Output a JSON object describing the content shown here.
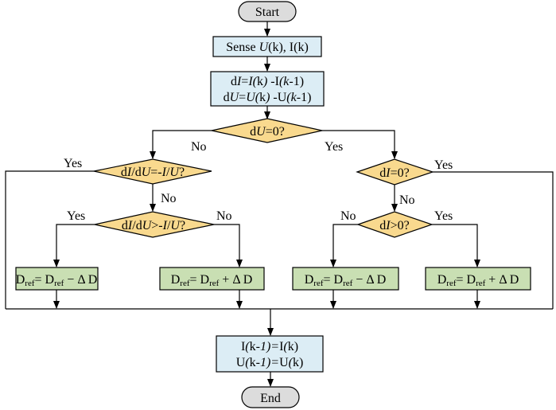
{
  "nodes": {
    "start": "Start",
    "sense": [
      "Sense ",
      "U",
      "(k), ",
      "I",
      "(k)"
    ],
    "diff1": [
      "d",
      "I",
      "=",
      "I",
      "(",
      "k",
      ") -",
      "I",
      "(",
      "k",
      "-1)"
    ],
    "diff2": [
      "d",
      "U",
      "=",
      "U",
      "(",
      "k",
      ") -",
      "U",
      "(",
      "k",
      "-1)"
    ],
    "du_zero": [
      "d",
      "U",
      "=0?"
    ],
    "cond_eq": [
      "d",
      "I",
      "/d",
      "U",
      "=-",
      "I",
      "/",
      "U",
      "?"
    ],
    "cond_gt": [
      "d",
      "I",
      "/d",
      "U",
      ">-",
      "I",
      "/",
      "U",
      "?"
    ],
    "di_zero": [
      "d",
      "I",
      "=0?"
    ],
    "di_pos": [
      "d",
      "I",
      ">0?"
    ],
    "dec_left": [
      "D",
      "ref",
      "= D",
      "ref",
      " − Δ D"
    ],
    "inc_left": [
      "D",
      "ref",
      "= D",
      "ref",
      " + Δ D"
    ],
    "dec_right": [
      "D",
      "ref",
      "= D",
      "ref",
      " − Δ D"
    ],
    "inc_right": [
      "D",
      "ref",
      "= D",
      "ref",
      " + Δ D"
    ],
    "update1": [
      "I",
      "(",
      "k",
      "-1)=",
      "I",
      "(",
      "k",
      ")"
    ],
    "update2": [
      "U",
      "(",
      "k",
      "-1)=",
      "U",
      "(",
      "k",
      ")"
    ],
    "end": "End"
  },
  "edge_labels": {
    "du_no": "No",
    "du_yes": "Yes",
    "eq_yes": "Yes",
    "eq_no": "No",
    "gt_yes": "Yes",
    "gt_no": "No",
    "di0_yes": "Yes",
    "di0_no": "No",
    "dipos_no": "No",
    "dipos_yes": "Yes"
  },
  "colors": {
    "terminal": "#dcdcdc",
    "process": "#dcedf5",
    "decision": "#f9d98e",
    "action": "#c9dfb3"
  }
}
